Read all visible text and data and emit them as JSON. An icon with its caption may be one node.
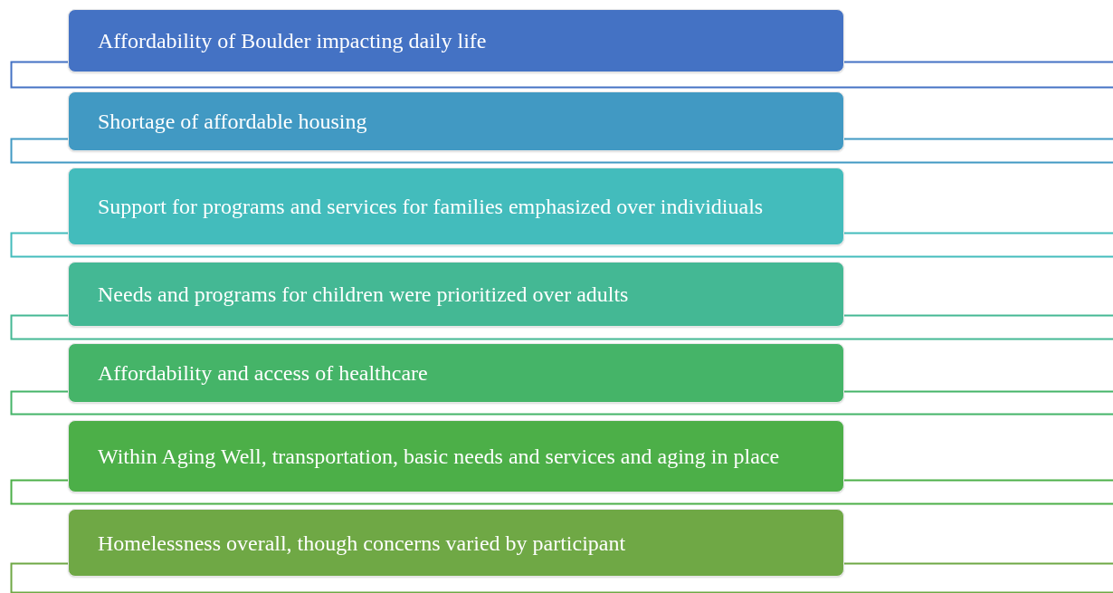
{
  "diagram": {
    "nodes": [
      {
        "text": [
          "Affordability of Boulder impacting daily life"
        ]
      },
      {
        "text": [
          "Shortage of affordable housing"
        ]
      },
      {
        "text": [
          "Support for programs and services for families emphasized over individiuals"
        ]
      },
      {
        "text": [
          "Needs and programs for children were prioritized over adults"
        ]
      },
      {
        "text": [
          "Affordability and access of healthcare"
        ]
      },
      {
        "text": [
          "Within Aging Well, transportation, basic needs and services and aging in place"
        ]
      },
      {
        "text": [
          "Homelessness overall, though concerns varied by participant"
        ]
      }
    ]
  }
}
